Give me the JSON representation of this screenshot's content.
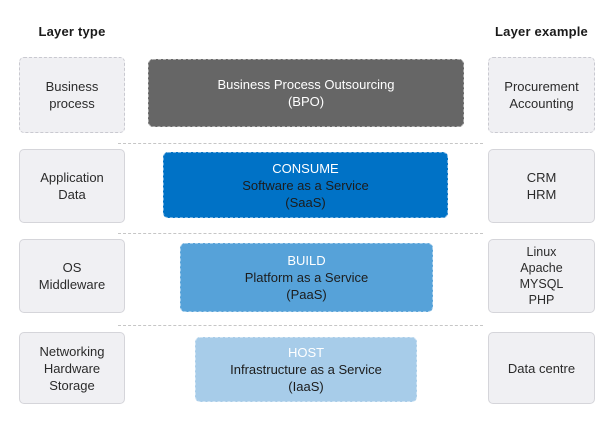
{
  "headers": {
    "left_label": "Layer type",
    "right_label": "Layer example"
  },
  "colors": {
    "bpo": "#666666",
    "saas": "#0072c6",
    "paas": "#56a2d9",
    "iaas": "#a7cce9",
    "side_box_fill": "#f0f0f3",
    "side_box_border": "#d5d5da",
    "separator": "#c6c6c6",
    "keyword_text": "#ffffff",
    "body_text": "#1c1c1c"
  },
  "rows": [
    {
      "type": [
        "Business",
        "process"
      ],
      "center": {
        "keyword": "",
        "lines": [
          "Business Process Outsourcing",
          "(BPO)"
        ]
      },
      "example": [
        "Procurement",
        "Accounting"
      ]
    },
    {
      "type": [
        "Application",
        "Data"
      ],
      "center": {
        "keyword": "CONSUME",
        "lines": [
          "Software as a Service",
          "(SaaS)"
        ]
      },
      "example": [
        "CRM",
        "HRM"
      ]
    },
    {
      "type": [
        "OS",
        "Middleware"
      ],
      "center": {
        "keyword": "BUILD",
        "lines": [
          "Platform as a Service",
          "(PaaS)"
        ]
      },
      "example": [
        "Linux",
        "Apache",
        "MYSQL",
        "PHP"
      ]
    },
    {
      "type": [
        "Networking",
        "Hardware",
        "Storage"
      ],
      "center": {
        "keyword": "HOST",
        "lines": [
          "Infrastructure as a Service",
          "(IaaS)"
        ]
      },
      "example": [
        "Data centre"
      ]
    }
  ]
}
